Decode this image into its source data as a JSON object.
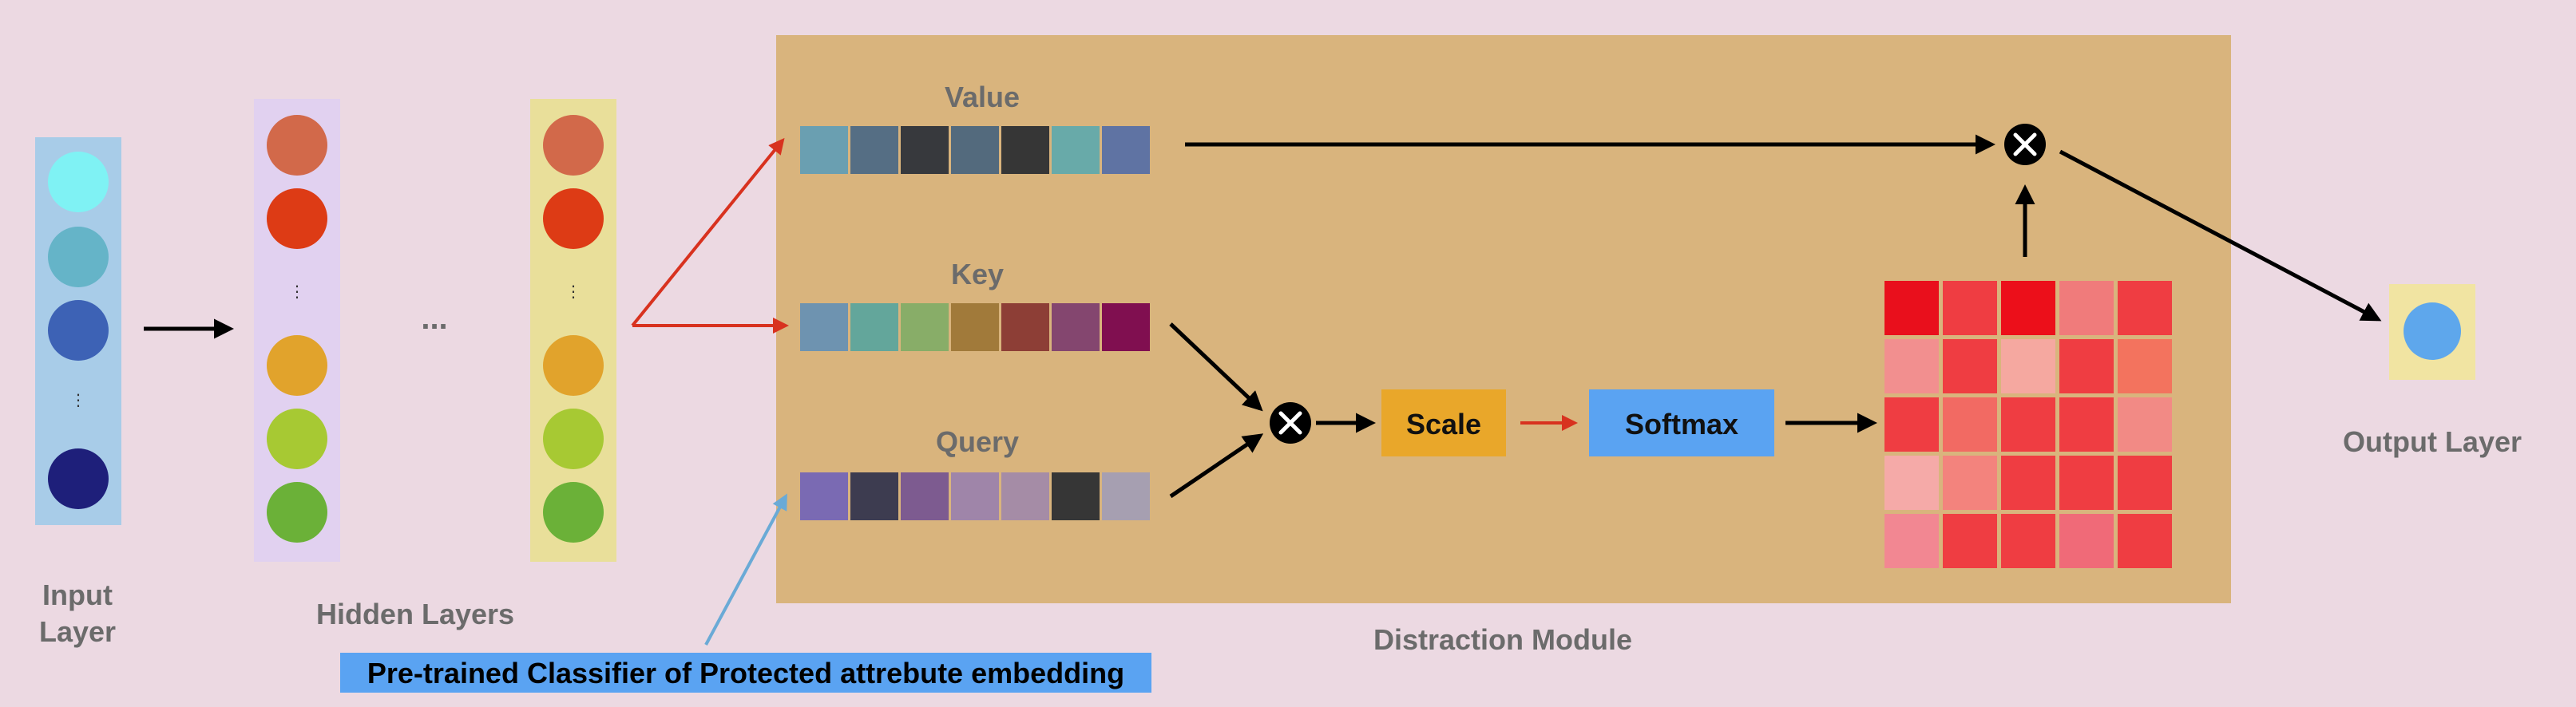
{
  "labels": {
    "input_layer": [
      "Input",
      "Layer"
    ],
    "hidden_layers": "Hidden Layers",
    "hidden_ellipsis": "...",
    "value": "Value",
    "key": "Key",
    "query": "Query",
    "scale": "Scale",
    "softmax": "Softmax",
    "output_layer": "Output Layer",
    "distraction_module": "Distraction Module",
    "classifier": "Pre-trained Classifier of Protected attrebute embedding"
  },
  "colors": {
    "background": "#ecd9e2",
    "module_panel": "#d9b47d",
    "input_panel": "#a8cce8",
    "hidden_panel_1": "#e1d1f0",
    "hidden_panel_2": "#e9df9a",
    "output_panel": "#f1e4a2",
    "scale_box": "#e9a72a",
    "softmax_box": "#5aa3f2",
    "classifier_banner": "#5aa3f2",
    "arrow_main": "#000000",
    "arrow_red": "#d8321f",
    "arrow_blue": "#6aaad6"
  },
  "input_neurons": [
    "#7ff2f4",
    "#65b4c8",
    "#3d62b5",
    "#1e1f7a"
  ],
  "hidden_neurons": [
    "#d2694a",
    "#dd3b15",
    "#e1a32c",
    "#a7c933",
    "#6bb138"
  ],
  "output_neuron": "#5ea7ec",
  "value_tokens": [
    "#6a9fb1",
    "#556e84",
    "#37393d",
    "#536a7d",
    "#363636",
    "#68aaa9",
    "#5f73a3"
  ],
  "key_tokens": [
    "#6e93b0",
    "#63a69b",
    "#88ad68",
    "#a17a3a",
    "#8d3e36",
    "#84466f",
    "#800f50"
  ],
  "query_tokens": [
    "#7a6ab3",
    "#3d3c50",
    "#7d5b90",
    "#9f85a9",
    "#a58ca6",
    "#363636",
    "#a69fb1"
  ],
  "attention_matrix": [
    [
      "#e90f1c",
      "#ef3d42",
      "#ec0f1a",
      "#f07b7b",
      "#ef3d42"
    ],
    [
      "#f28f8f",
      "#ef3d42",
      "#f5a8a0",
      "#ef3d42",
      "#f3735e"
    ],
    [
      "#ef3d42",
      "#f26a63",
      "#ef3d42",
      "#ef3d42",
      "#f28a85"
    ],
    [
      "#f5aaa8",
      "#f3837d",
      "#ef3d42",
      "#ef3d42",
      "#ef3d42"
    ],
    [
      "#f28792",
      "#ef3d42",
      "#ef3d42",
      "#f06a78",
      "#ef3d42"
    ]
  ]
}
